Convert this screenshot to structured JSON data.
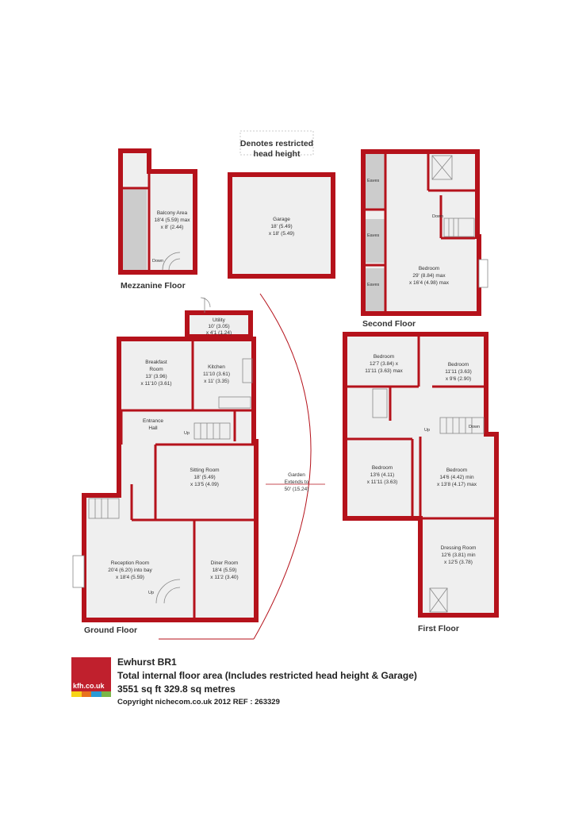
{
  "colors": {
    "wall": "#b5121b",
    "floor": "#efefef",
    "restricted": "#cccccc",
    "logo": "#c0202d"
  },
  "legend": {
    "line1": "Denotes restricted",
    "line2": "head height"
  },
  "floors": {
    "mezzanine": "Mezzanine Floor",
    "second": "Second Floor",
    "ground": "Ground Floor",
    "first": "First Floor"
  },
  "rooms": {
    "balcony": {
      "name": "Balcony Area",
      "dim1": "18'4 (5.59) max",
      "dim2": "x 8' (2.44)"
    },
    "garage": {
      "name": "Garage",
      "dim1": "18' (5.49)",
      "dim2": "x 18' (5.49)"
    },
    "second_bedroom": {
      "name": "Bedroom",
      "dim1": "29' (8.84) max",
      "dim2": "x 16'4 (4.98) max"
    },
    "utility": {
      "name": "Utility",
      "dim1": "10' (3.05)",
      "dim2": "x 4'1 (1.24)"
    },
    "breakfast": {
      "name1": "Breakfast",
      "name2": "Room",
      "dim1": "13' (3.96)",
      "dim2": "x 11'10 (3.61)"
    },
    "kitchen": {
      "name": "Kitchen",
      "dim1": "11'10 (3.61)",
      "dim2": "x 11' (3.35)"
    },
    "entrance": {
      "name1": "Entrance",
      "name2": "Hall"
    },
    "sitting": {
      "name": "Sitting Room",
      "dim1": "18' (5.49)",
      "dim2": "x 13'5 (4.09)"
    },
    "reception": {
      "name": "Reception Room",
      "dim1": "20'4 (6.20) into bay",
      "dim2": "x 18'4 (5.59)"
    },
    "diner": {
      "name": "Diner Room",
      "dim1": "18'4 (5.59)",
      "dim2": "x 11'2 (3.40)"
    },
    "bed1": {
      "name": "Bedroom",
      "dim1": "12'7 (3.84) x",
      "dim2": "11'11 (3.63) max"
    },
    "bed2": {
      "name": "Bedroom",
      "dim1": "11'11 (3.63)",
      "dim2": "x 9'6 (2.90)"
    },
    "bed3": {
      "name": "Bedroom",
      "dim1": "13'6 (4.11)",
      "dim2": "x 11'11 (3.63)"
    },
    "bed4": {
      "name": "Bedroom",
      "dim1": "14'6 (4.42) min",
      "dim2": "x 13'8 (4.17) max"
    },
    "dressing": {
      "name": "Dressing Room",
      "dim1": "12'6 (3.81) min",
      "dim2": "x 12'5 (3.78)"
    },
    "garden": {
      "line1": "Garden",
      "line2": "Extends to",
      "line3": "50' (15.24)"
    }
  },
  "marks": {
    "down": "Down",
    "up": "Up",
    "eaves": "Eaves"
  },
  "logo": {
    "text": "kfh.co.uk",
    "strip_colors": [
      "#f7d417",
      "#e8731c",
      "#2a9bd6",
      "#7ab648"
    ]
  },
  "info": {
    "title": "Ewhurst  BR1",
    "line2": "Total internal floor area (Includes restricted head height & Garage)",
    "line3": "3551 sq ft 329.8 sq metres",
    "line4": "Copyright nichecom.co.uk 2012    REF : 263329"
  }
}
